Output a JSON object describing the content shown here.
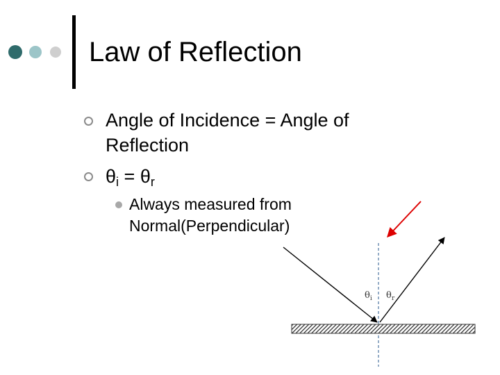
{
  "title": "Law of Reflection",
  "bullets": [
    {
      "line1": "Angle of Incidence = Angle of",
      "line2": "Reflection"
    },
    {
      "lhs": "θ",
      "lhs_sub": "i",
      "eq": " = ",
      "rhs": "θ",
      "rhs_sub": "r"
    }
  ],
  "sub_bullet": {
    "line1": "Always measured from",
    "line2": "Normal(Perpendicular)"
  },
  "diagram": {
    "incident_angle_label": "θ",
    "incident_angle_sub": "i",
    "reflected_angle_label": "θ",
    "reflected_angle_sub": "r"
  },
  "colors": {
    "dot_dark": "#2f6b6b",
    "dot_mid": "#9cc5c8",
    "dot_light": "#cfcfcf",
    "arrow_highlight": "#dd0000",
    "normal_line": "#5a7fa8",
    "mirror": "#333333"
  }
}
